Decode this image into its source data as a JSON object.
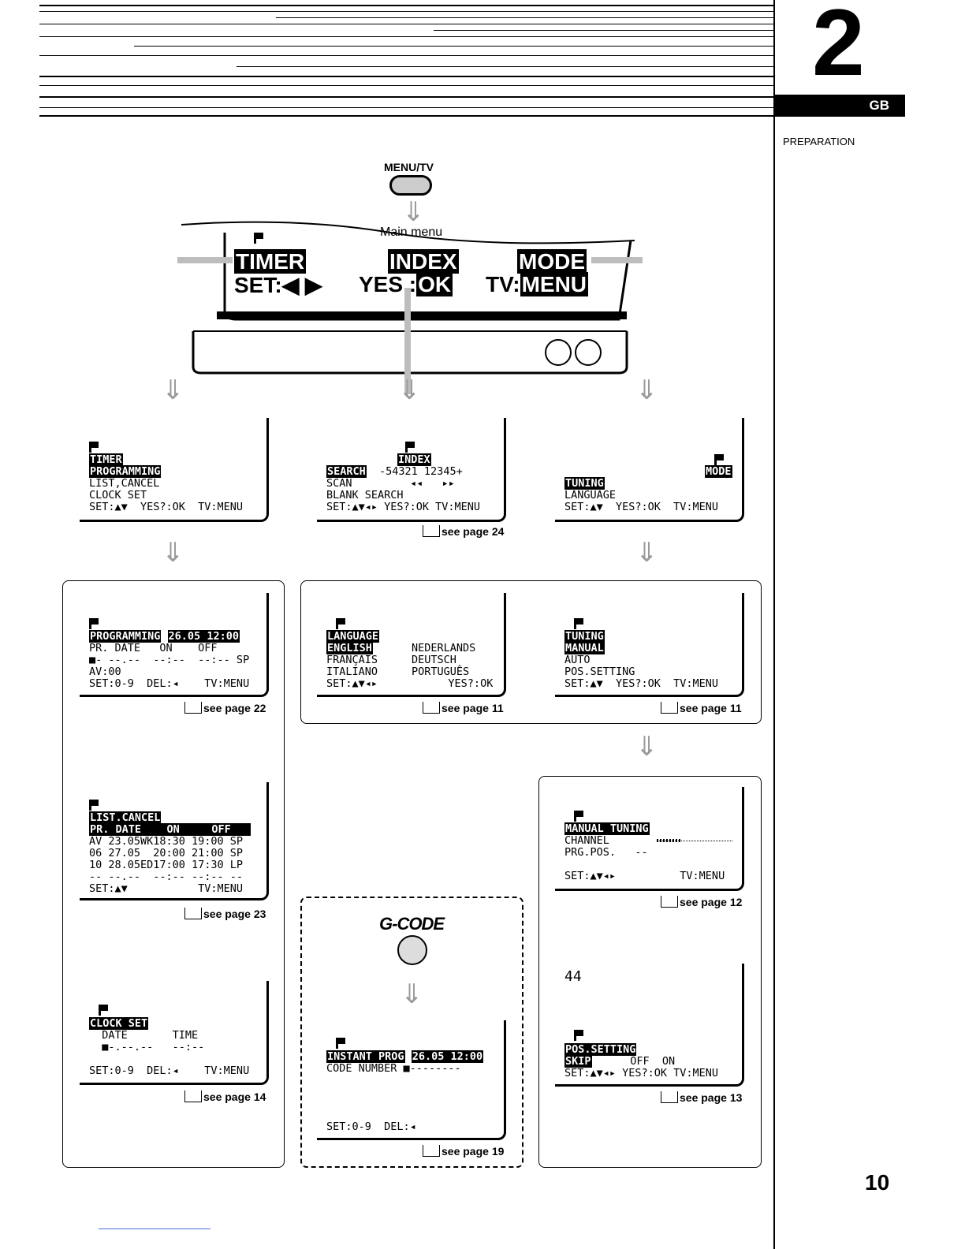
{
  "header": {
    "chapter": "2",
    "lang": "GB",
    "section": "PREPARATION",
    "page_number": "10"
  },
  "remote": {
    "menu_tv_label": "MENU/TV",
    "gcode_label": "G-CODE"
  },
  "main_menu": {
    "caption": "Main menu",
    "timer": "TIMER",
    "index": "INDEX",
    "mode": "MODE",
    "set_label": "SET:",
    "yes_label": "YES",
    "yes_ok": "OK",
    "tv_label": "TV:",
    "tv_menu": "MENU"
  },
  "screens": {
    "timer": {
      "title": "TIMER",
      "hl": "PROGRAMMING",
      "l1": "LIST,CANCEL",
      "l2": "CLOCK SET",
      "bottom": "SET:▲▼  YES?:OK  TV:MENU"
    },
    "index": {
      "title": "INDEX",
      "hl": "SEARCH",
      "search_vals": "  -54321 12345+",
      "l1": "SCAN",
      "scan_arrows": "◂◂   ▸▸",
      "l2": "BLANK SEARCH",
      "bottom": "SET:▲▼◂▸ YES?:OK TV:MENU",
      "see": "see page 24"
    },
    "mode": {
      "title": "MODE",
      "hl": "TUNING",
      "l1": "LANGUAGE",
      "bottom": "SET:▲▼  YES?:OK  TV:MENU"
    },
    "programming": {
      "hl": "PROGRAMMING",
      "datetime": "26.05 12:00",
      "l1": "PR. DATE   ON    OFF",
      "l2": "■- --.--  --:--  --:-- SP",
      "l3": "AV:00",
      "bottom": "SET:0-9  DEL:◂    TV:MENU",
      "see": "see page 22"
    },
    "language": {
      "hl1": "LANGUAGE",
      "hl2": "ENGLISH",
      "col2_1": "NEDERLANDS",
      "l1": "FRANÇAIS",
      "col2_2": "DEUTSCH",
      "l2": "ITALIANO",
      "col2_3": "PORTUGUÊS",
      "bottom": "SET:▲▼◂▸           YES?:OK",
      "see": "see page 11"
    },
    "tuning": {
      "hl1": "TUNING",
      "hl2": "MANUAL",
      "l1": "AUTO",
      "l2": "POS.SETTING",
      "bottom": "SET:▲▼  YES?:OK  TV:MENU",
      "see": "see page 11"
    },
    "list_cancel": {
      "hl1": "LIST.CANCEL",
      "hl2": "PR. DATE    ON     OFF   ",
      "rows": [
        "AV 23.05WK18:30 19:00 SP",
        "06 27.05  20:00 21:00 SP",
        "10 28.05ED17:00 17:30 LP",
        "-- --.--  --:-- --:-- --"
      ],
      "bottom": "SET:▲▼           TV:MENU",
      "see": "see page 23"
    },
    "manual_tuning": {
      "hl": "MANUAL TUNING",
      "l1": "CHANNEL",
      "l2": "PRG.POS.   --",
      "bottom": "SET:▲▼◂▸          TV:MENU",
      "see": "see page 12"
    },
    "clock_set": {
      "hl": "CLOCK SET",
      "l1": "  DATE       TIME",
      "l2": "  ■-.--.--   --:--",
      "bottom": "SET:0-9  DEL:◂    TV:MENU",
      "see": "see page 14"
    },
    "instant_prog": {
      "hl": "INSTANT PROG",
      "datetime": "26.05 12:00",
      "l1": "CODE NUMBER ■--------",
      "bottom": "SET:0-9  DEL:◂",
      "see": "see page 19"
    },
    "pos_setting": {
      "top": "44",
      "hl1": "POS.SETTING",
      "hl2": "SKIP",
      "l1": "      OFF  ON",
      "bottom": "SET:▲▼◂▸ YES?:OK TV:MENU",
      "see": "see page 13"
    }
  }
}
